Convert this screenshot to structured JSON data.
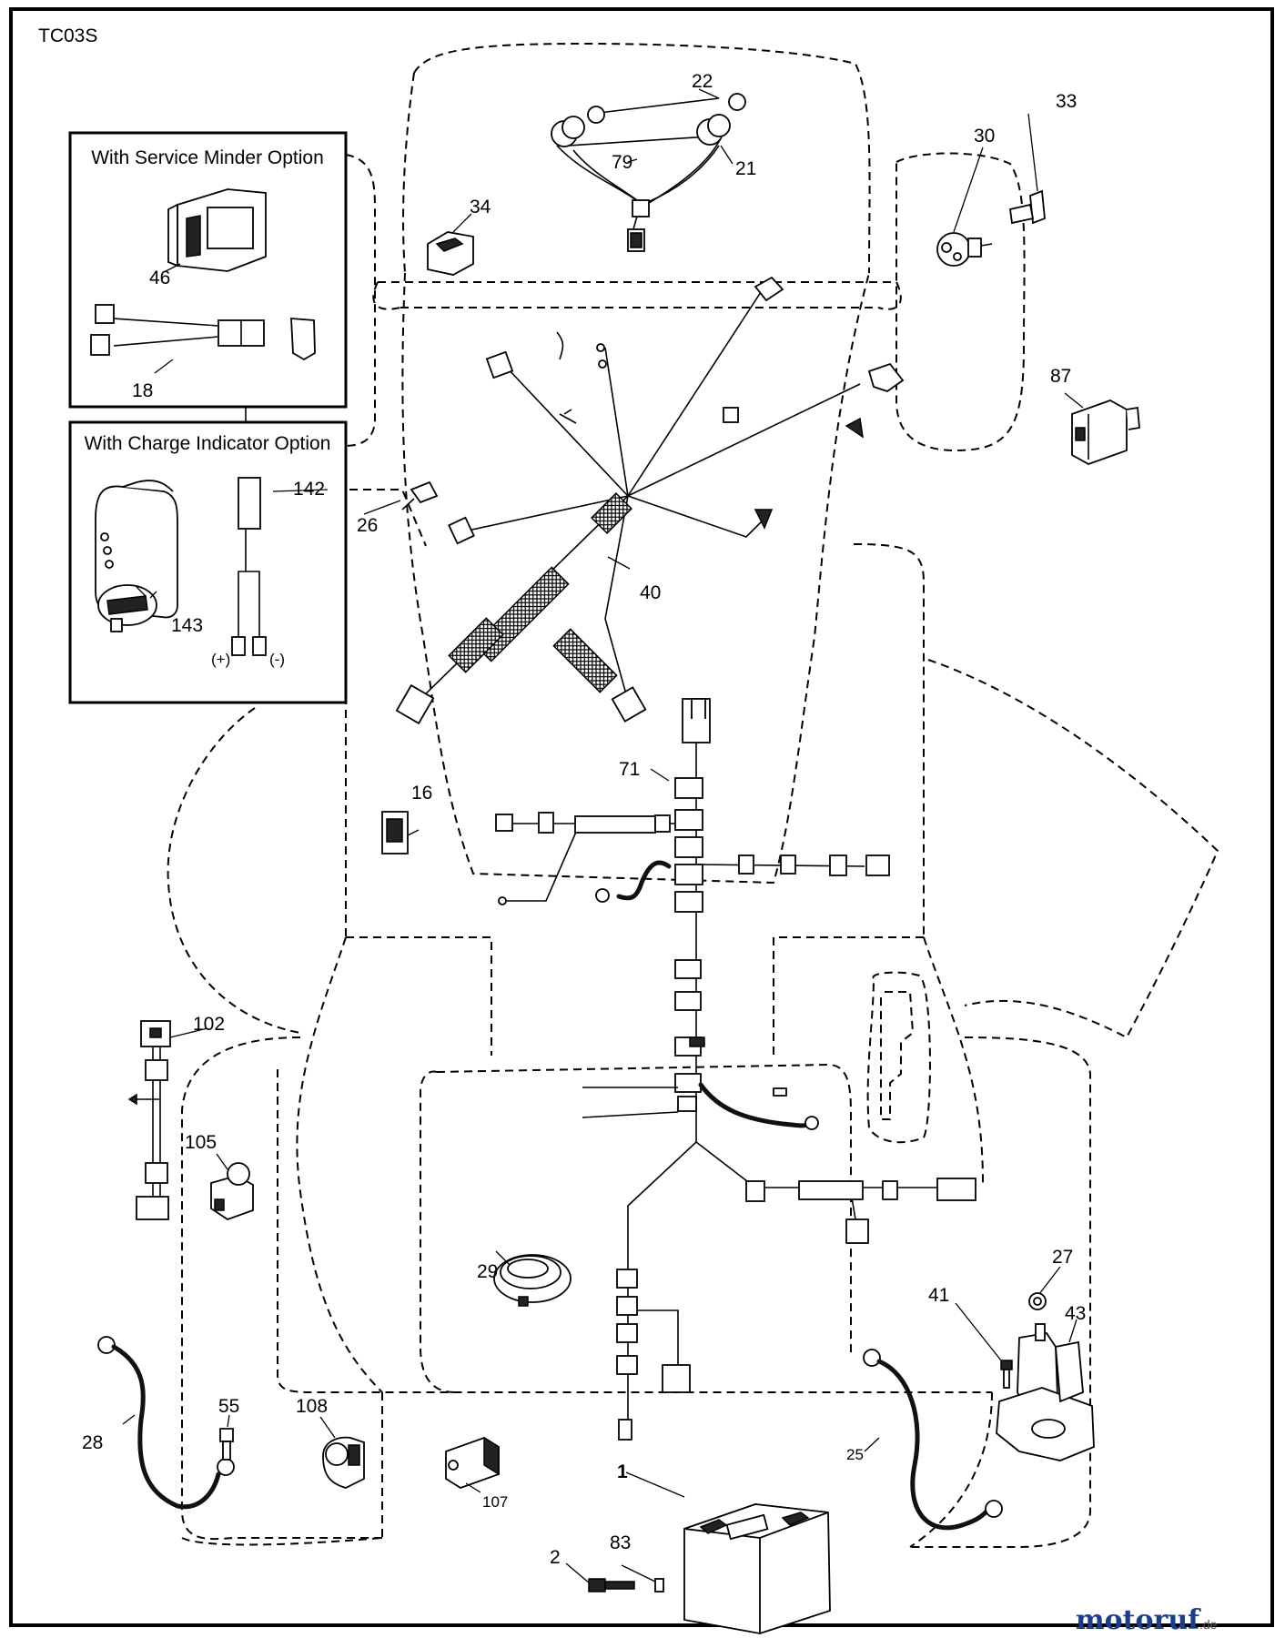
{
  "diagram_code": "TC03S",
  "option_boxes": {
    "service_minder": {
      "title": "With Service Minder Option"
    },
    "charge_indicator": {
      "title": "With Charge Indicator Option",
      "polarity_plus": "(+)",
      "polarity_minus": "(-)"
    }
  },
  "callouts": {
    "p1": "1",
    "p2": "2",
    "p16": "16",
    "p18": "18",
    "p21": "21",
    "p22": "22",
    "p25": "25",
    "p26": "26",
    "p27": "27",
    "p28": "28",
    "p29": "29",
    "p30": "30",
    "p33": "33",
    "p34": "34",
    "p40": "40",
    "p41": "41",
    "p43": "43",
    "p46": "46",
    "p55": "55",
    "p71": "71",
    "p79": "79",
    "p83": "83",
    "p87": "87",
    "p102": "102",
    "p105": "105",
    "p107": "107",
    "p108": "108",
    "p142": "142",
    "p143": "143"
  },
  "watermark": {
    "main": "motoruf",
    "suffix": ".de",
    "colors": [
      "#1a3e8c",
      "#c8102e",
      "#2a9d3a",
      "#f2a900"
    ]
  }
}
